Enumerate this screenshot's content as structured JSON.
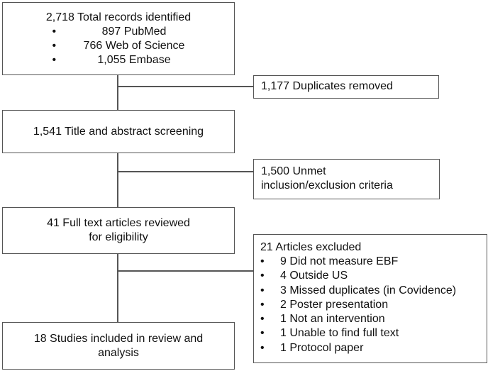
{
  "flow": {
    "identification": {
      "title": "2,718 Total records identified",
      "sources": [
        {
          "bullet": "•",
          "label": "897 PubMed"
        },
        {
          "bullet": "•",
          "label": "766 Web of Science"
        },
        {
          "bullet": "•",
          "label": "1,055 Embase"
        }
      ]
    },
    "duplicates": {
      "label": "1,177 Duplicates removed"
    },
    "screening": {
      "label": "1,541 Title and abstract screening"
    },
    "unmet_criteria": {
      "line1": "1,500 Unmet",
      "line2": "inclusion/exclusion criteria"
    },
    "full_text": {
      "line1": "41 Full text articles reviewed",
      "line2": "for eligibility"
    },
    "excluded": {
      "title": "21 Articles excluded",
      "reasons": [
        {
          "bullet": "•",
          "label": "9 Did not measure EBF"
        },
        {
          "bullet": "•",
          "label": "4 Outside US"
        },
        {
          "bullet": "•",
          "label": "3 Missed duplicates (in Covidence)"
        },
        {
          "bullet": "•",
          "label": "2 Poster presentation"
        },
        {
          "bullet": "•",
          "label": "1 Not an intervention"
        },
        {
          "bullet": "•",
          "label": "1 Unable to find full text"
        },
        {
          "bullet": "•",
          "label": "1 Protocol paper"
        }
      ]
    },
    "included": {
      "line1": "18 Studies included in review and",
      "line2": "analysis"
    }
  },
  "colors": {
    "border": "#555555",
    "text": "#111111",
    "background": "#ffffff"
  }
}
